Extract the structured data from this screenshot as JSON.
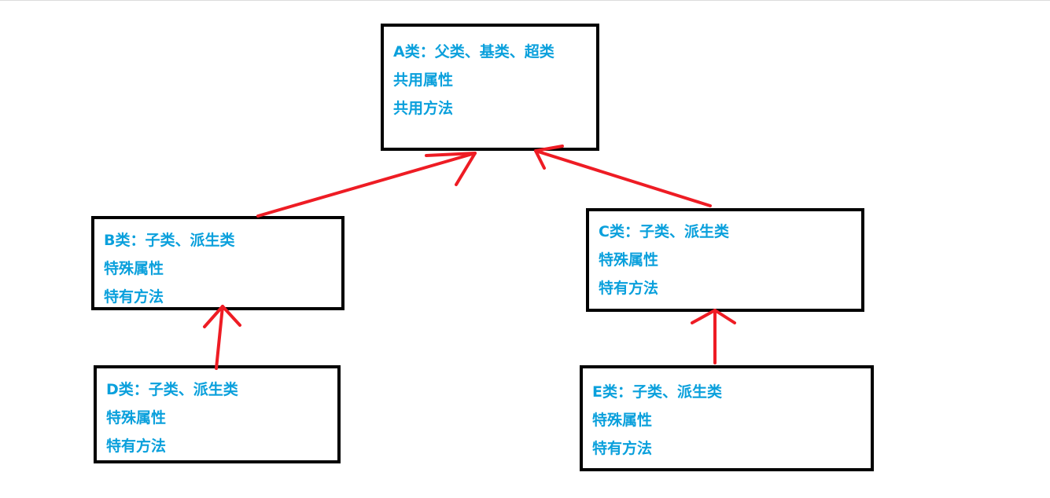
{
  "diagram": {
    "colors": {
      "text": "#0aa0dc",
      "border": "#000000",
      "arrow": "#ee1c24",
      "background": "#ffffff"
    },
    "classes": {
      "a": {
        "title": "A类：父类、基类、超类",
        "attributes": "共用属性",
        "methods": "共用方法"
      },
      "b": {
        "title": "B类：子类、派生类",
        "attributes": "特殊属性",
        "methods": "特有方法"
      },
      "c": {
        "title": "C类：子类、派生类",
        "attributes": "特殊属性",
        "methods": "特有方法"
      },
      "d": {
        "title": "D类：子类、派生类",
        "attributes": "特殊属性",
        "methods": "特有方法"
      },
      "e": {
        "title": "E类：子类、派生类",
        "attributes": "特殊属性",
        "methods": "特有方法"
      }
    },
    "relations": [
      {
        "from": "B类",
        "to": "A类",
        "type": "inherits"
      },
      {
        "from": "C类",
        "to": "A类",
        "type": "inherits"
      },
      {
        "from": "D类",
        "to": "B类",
        "type": "inherits"
      },
      {
        "from": "E类",
        "to": "C类",
        "type": "inherits"
      }
    ]
  }
}
